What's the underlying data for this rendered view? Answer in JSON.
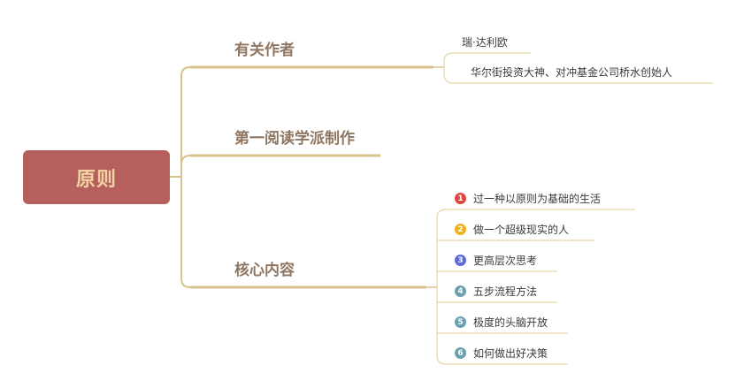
{
  "root": {
    "label": "原则"
  },
  "branches": [
    {
      "label": "有关作者",
      "children": [
        {
          "label": "瑞·达利欧"
        },
        {
          "label": "华尔街投资大神、对冲基金公司桥水创始人"
        }
      ]
    },
    {
      "label": "第一阅读学派制作"
    },
    {
      "label": "核心内容",
      "children": [
        {
          "num": "1",
          "color": "#e0473f",
          "label": "过一种以原则为基础的生活"
        },
        {
          "num": "2",
          "color": "#efb21e",
          "label": "做一个超级现实的人"
        },
        {
          "num": "3",
          "color": "#5b6ad8",
          "label": "更高层次思考"
        },
        {
          "num": "4",
          "color": "#6aa0b0",
          "label": "五步流程方法"
        },
        {
          "num": "5",
          "color": "#6aa0b0",
          "label": "极度的头脑开放"
        },
        {
          "num": "6",
          "color": "#6aa0b0",
          "label": "如何做出好决策"
        }
      ]
    }
  ],
  "colors": {
    "root_fill": "#b5605d",
    "root_text": "#f1d3a3",
    "line": "#d9c38c",
    "leaf_line": "#e6d6ad",
    "branch_text": "#8f7660"
  }
}
